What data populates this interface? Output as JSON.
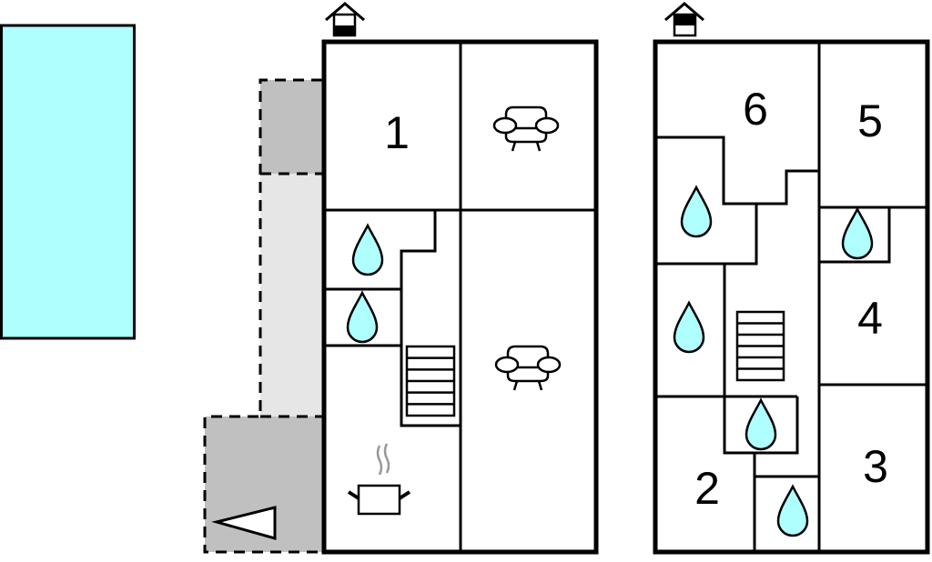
{
  "colors": {
    "pool": "#b0ffff",
    "water_drop": "#b0ffff",
    "terrace_dark": "#c0c0c0",
    "terrace_light": "#e6e6e6",
    "wall": "#000000",
    "steam": "#999999"
  },
  "ground_floor": {
    "floor_icon": "house-ground-floor-icon",
    "rooms": [
      {
        "id": "bedroom-1",
        "label": "1",
        "icon": null
      },
      {
        "id": "living-top",
        "label": "",
        "icon": "sofa-icon"
      },
      {
        "id": "bathroom-a",
        "label": "",
        "icon": "water-drop-icon"
      },
      {
        "id": "bathroom-b",
        "label": "",
        "icon": "water-drop-icon"
      },
      {
        "id": "staircase",
        "label": "",
        "icon": "stairs-icon"
      },
      {
        "id": "living-main",
        "label": "",
        "icon": "sofa-icon"
      },
      {
        "id": "kitchen",
        "label": "",
        "icon": "cooking-pot-icon"
      }
    ]
  },
  "upper_floor": {
    "floor_icon": "house-upper-floor-icon",
    "rooms": [
      {
        "id": "bedroom-6",
        "label": "6",
        "icon": null
      },
      {
        "id": "bedroom-5",
        "label": "5",
        "icon": null
      },
      {
        "id": "bedroom-4",
        "label": "4",
        "icon": null
      },
      {
        "id": "bedroom-3",
        "label": "3",
        "icon": null
      },
      {
        "id": "bedroom-2",
        "label": "2",
        "icon": null
      },
      {
        "id": "bath-6",
        "label": "",
        "icon": "water-drop-icon"
      },
      {
        "id": "bath-5",
        "label": "",
        "icon": "water-drop-icon"
      },
      {
        "id": "bath-left",
        "label": "",
        "icon": "water-drop-icon"
      },
      {
        "id": "bath-center",
        "label": "",
        "icon": "water-drop-icon"
      },
      {
        "id": "bath-bottom",
        "label": "",
        "icon": "water-drop-icon"
      },
      {
        "id": "staircase",
        "label": "",
        "icon": "stairs-icon"
      }
    ]
  },
  "outdoor": {
    "pool": "swimming-pool",
    "terrace": "terrace-area",
    "entrance_marker": "entrance-arrow-icon"
  }
}
